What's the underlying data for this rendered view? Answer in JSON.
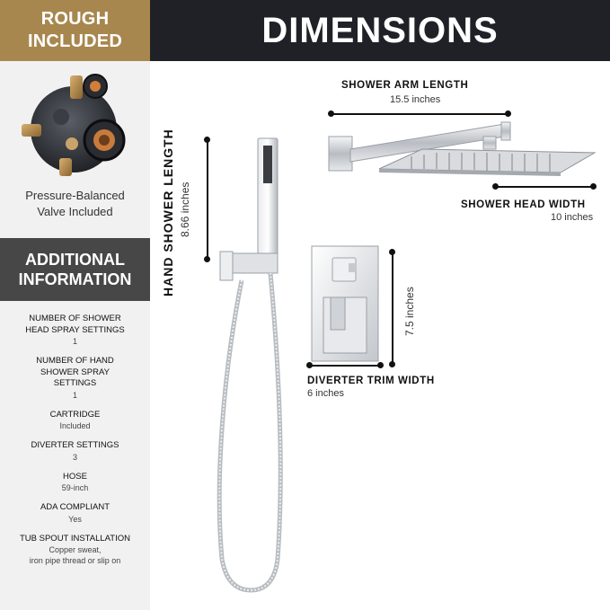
{
  "badge": {
    "line1": "ROUGH",
    "line2": "INCLUDED"
  },
  "valve": {
    "caption_line1": "Pressure-Balanced",
    "caption_line2": "Valve Included"
  },
  "info": {
    "line1": "ADDITIONAL",
    "line2": "INFORMATION"
  },
  "specs": [
    {
      "label_line1": "NUMBER OF SHOWER",
      "label_line2": "HEAD SPRAY SETTINGS",
      "label_line3": "",
      "value_line1": "1",
      "value_line2": ""
    },
    {
      "label_line1": "NUMBER OF HAND",
      "label_line2": "SHOWER SPRAY",
      "label_line3": "SETTINGS",
      "value_line1": "1",
      "value_line2": ""
    },
    {
      "label_line1": "CARTRIDGE",
      "label_line2": "",
      "label_line3": "",
      "value_line1": "Included",
      "value_line2": ""
    },
    {
      "label_line1": "DIVERTER SETTINGS",
      "label_line2": "",
      "label_line3": "",
      "value_line1": "3",
      "value_line2": ""
    },
    {
      "label_line1": "HOSE",
      "label_line2": "",
      "label_line3": "",
      "value_line1": "59-inch",
      "value_line2": ""
    },
    {
      "label_line1": "ADA COMPLIANT",
      "label_line2": "",
      "label_line3": "",
      "value_line1": "Yes",
      "value_line2": ""
    },
    {
      "label_line1": "TUB SPOUT INSTALLATION",
      "label_line2": "",
      "label_line3": "",
      "value_line1": "Copper sweat,",
      "value_line2": "iron pipe thread or slip on"
    }
  ],
  "title": "DIMENSIONS",
  "dimensions": {
    "shower_arm": {
      "label": "SHOWER ARM LENGTH",
      "value": "15.5 inches"
    },
    "shower_head": {
      "label": "SHOWER HEAD WIDTH",
      "value": "10 inches"
    },
    "hand_shower": {
      "label": "HAND SHOWER LENGTH",
      "value": "8.66 inches"
    },
    "diverter_height": {
      "value": "7.5 inches"
    },
    "diverter_width": {
      "label": "DIVERTER TRIM WIDTH",
      "value": "6 inches"
    }
  },
  "colors": {
    "badge": "#a8874e",
    "title_bar": "#1f2126",
    "info_header": "#474747",
    "sidebar": "#f1f1f1",
    "chrome": "#c9ccd0"
  }
}
